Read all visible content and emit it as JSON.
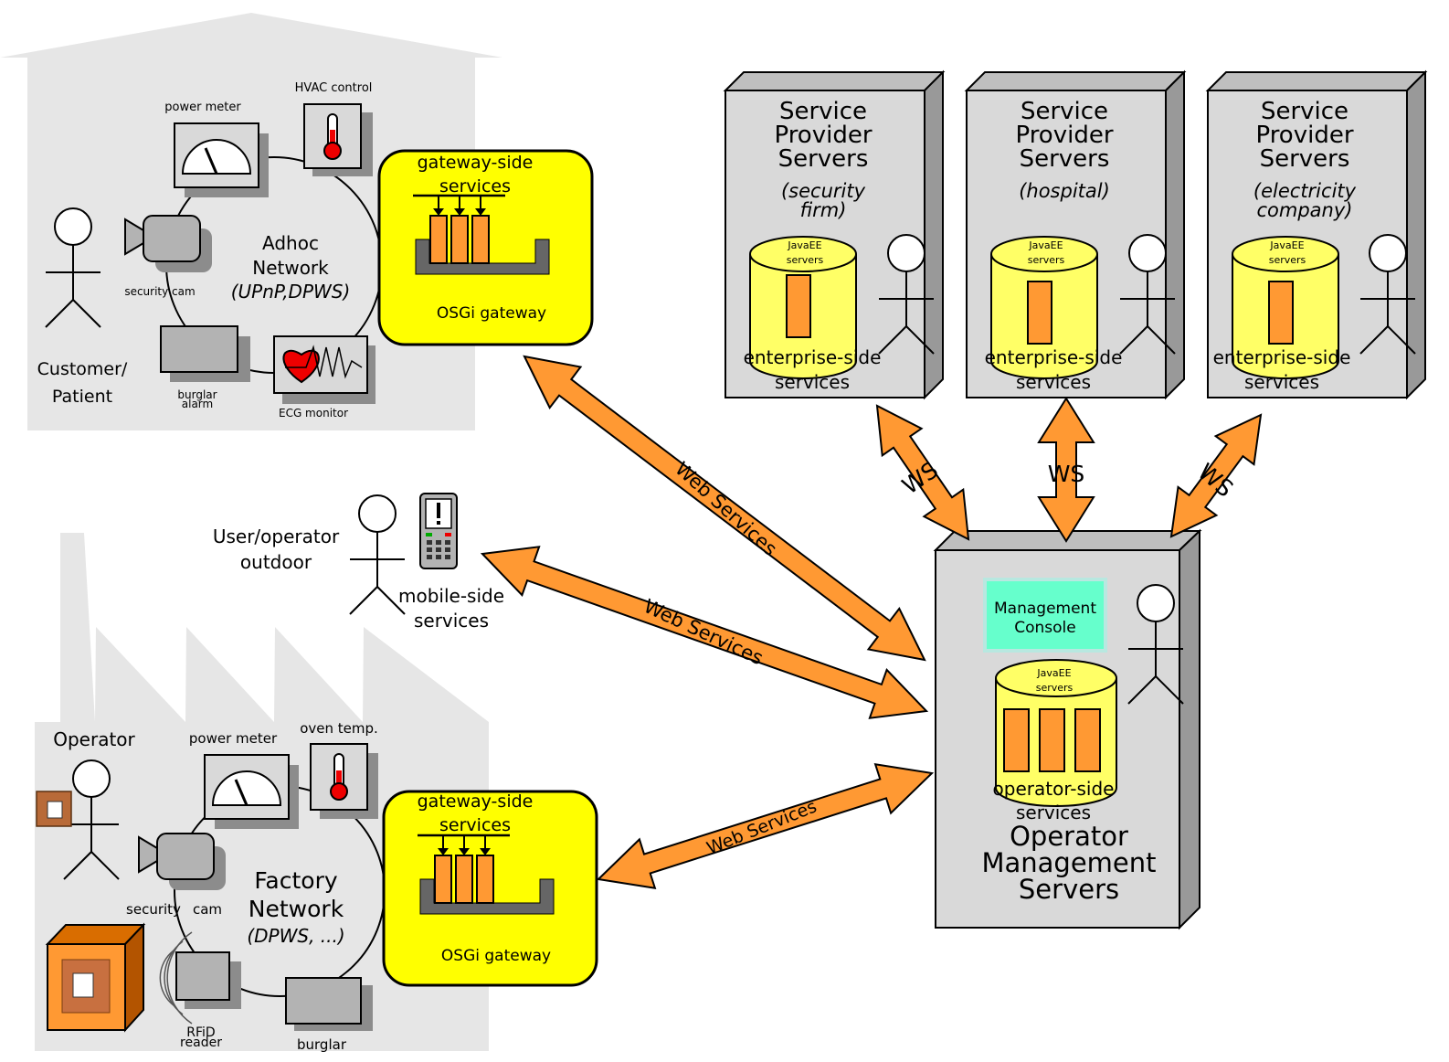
{
  "home": {
    "network_line1": "Adhoc",
    "network_line2": "Network",
    "network_line3": "(UPnP,DPWS)",
    "power_meter": "power meter",
    "hvac": "HVAC control",
    "security_cam": "security cam",
    "burglar_line1": "burglar",
    "burglar_line2": "alarm",
    "ecg": "ECG monitor",
    "customer_line1": "Customer/",
    "customer_line2": "Patient"
  },
  "gateway_home": {
    "title_line1": "gateway-side",
    "title_line2": "services",
    "label": "OSGi gateway"
  },
  "outdoor": {
    "user_line1": "User/operator",
    "user_line2": "outdoor",
    "mobile_line1": "mobile-side",
    "mobile_line2": "services"
  },
  "factory": {
    "operator": "Operator",
    "power_meter": "power meter",
    "oven": "oven temp.",
    "security": "security",
    "cam": "cam",
    "network_line1": "Factory",
    "network_line2": "Network",
    "network_line3": "(DPWS, ...)",
    "rfid_line1": "RFiD",
    "rfid_line2": "reader",
    "burglar": "burglar"
  },
  "gateway_factory": {
    "title_line1": "gateway-side",
    "title_line2": "services",
    "label": "OSGi gateway"
  },
  "providers": [
    {
      "line1": "Service",
      "line2": "Provider",
      "line3": "Servers",
      "sub1": "(security",
      "sub2": "firm)",
      "db1": "JavaEE",
      "db2": "servers",
      "svc1": "enterprise-side",
      "svc2": "services"
    },
    {
      "line1": "Service",
      "line2": "Provider",
      "line3": "Servers",
      "sub1": "(hospital)",
      "sub2": "",
      "db1": "JavaEE",
      "db2": "servers",
      "svc1": "enterprise-side",
      "svc2": "services"
    },
    {
      "line1": "Service",
      "line2": "Provider",
      "line3": "Servers",
      "sub1": "(electricity",
      "sub2": "company)",
      "db1": "JavaEE",
      "db2": "servers",
      "svc1": "enterprise-side",
      "svc2": "services"
    }
  ],
  "operator_server": {
    "console_line1": "Management",
    "console_line2": "Console",
    "db1": "JavaEE",
    "db2": "servers",
    "svc1": "operator-side",
    "svc2": "services",
    "title_line1": "Operator",
    "title_line2": "Management",
    "title_line3": "Servers"
  },
  "arrows": {
    "ws_gateway_home": "Web Services",
    "ws_mobile": "Web Services",
    "ws_gateway_factory": "Web Services",
    "ws_1": "WS",
    "ws_2": "WS",
    "ws_3": "WS"
  },
  "colors": {
    "arrow": "#ff9933",
    "gateway": "#ffff00",
    "database": "#ffff66",
    "service_bar": "#ff9933",
    "console": "#66ffcc",
    "server_box": "#d9d9d9",
    "building": "#e6e6e6"
  }
}
